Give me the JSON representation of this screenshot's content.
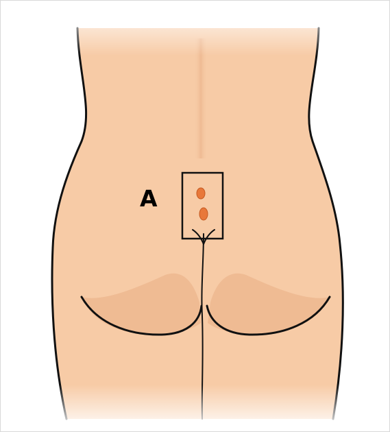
{
  "figure": {
    "label": "A",
    "colors": {
      "skin": "#f7cba6",
      "skin_shadow": "#ebb48c",
      "outline": "#111111",
      "spine_highlight": "#f0bd96",
      "marker_fill": "#e8783a",
      "marker_edge": "#c45a22",
      "box_stroke": "#111111"
    },
    "markers": [
      {
        "name": "upper-pit"
      },
      {
        "name": "lower-pit"
      }
    ]
  }
}
